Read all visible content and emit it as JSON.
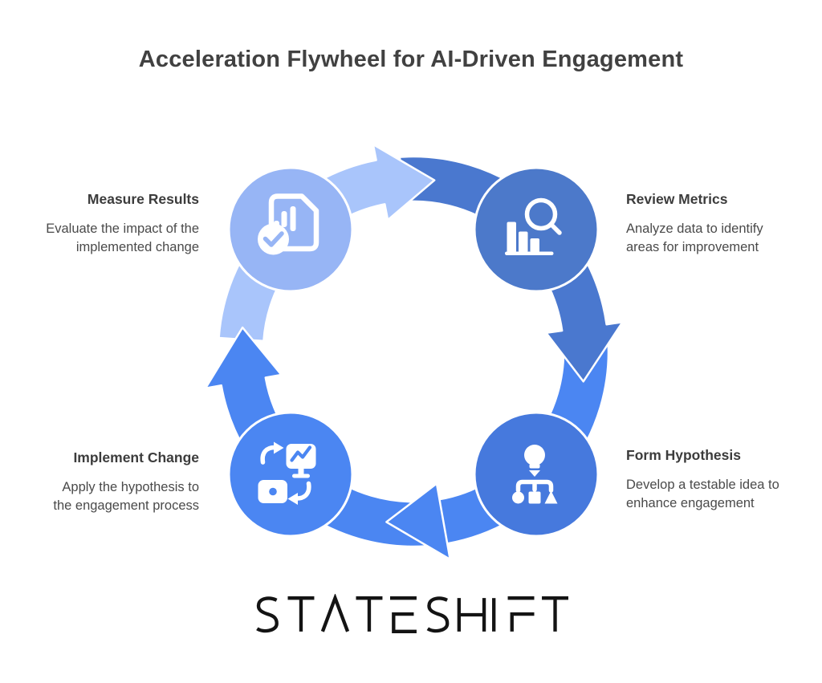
{
  "title": "Acceleration Flywheel for AI-Driven Engagement",
  "brand": {
    "name": "STATESHIFT"
  },
  "palette": {
    "arc_light": "#a9c5fb",
    "arc_dark": "#4a78cf",
    "arc_bright": "#4b86f2",
    "node_measure": "#97b5f5",
    "node_review": "#4c79ca",
    "node_form": "#4679dd",
    "node_implement": "#4b86f2",
    "logo_ink": "#141414"
  },
  "nodes": [
    {
      "id": "measure-results",
      "title": "Measure Results",
      "icon": "report-check-icon",
      "desc_lines": [
        "Evaluate the impact of the",
        "implemented change"
      ]
    },
    {
      "id": "review-metrics",
      "title": "Review Metrics",
      "icon": "chart-magnifier-icon",
      "desc_lines": [
        "Analyze data to identify",
        "areas for improvement"
      ]
    },
    {
      "id": "form-hypothesis",
      "title": "Form Hypothesis",
      "icon": "idea-flowchart-icon",
      "desc_lines": [
        "Develop a testable idea to",
        "enhance engagement"
      ]
    },
    {
      "id": "implement-change",
      "title": "Implement Change",
      "icon": "swap-process-icon",
      "desc_lines": [
        "Apply the hypothesis to",
        "the engagement process"
      ]
    }
  ]
}
